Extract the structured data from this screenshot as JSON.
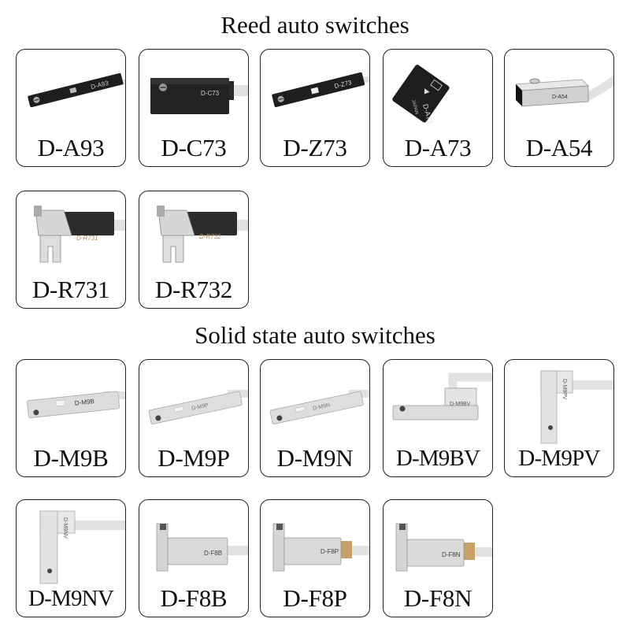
{
  "sections": {
    "reed_title": "Reed auto switches",
    "solid_title": "Solid state auto switches"
  },
  "reed": [
    {
      "label": "D-A93",
      "marking": "D-A93"
    },
    {
      "label": "D-C73",
      "marking": "D-C73"
    },
    {
      "label": "D-Z73",
      "marking": "D-Z73"
    },
    {
      "label": "D-A73",
      "marking": "D-A73",
      "marking2": "JAPAN"
    },
    {
      "label": "D-A54",
      "marking": "D-A54"
    },
    {
      "label": "D-R731",
      "marking": "D-R731"
    },
    {
      "label": "D-R732",
      "marking": "D-R732"
    }
  ],
  "solid": [
    {
      "label": "D-M9B",
      "marking": "D-M9B"
    },
    {
      "label": "D-M9P",
      "marking": "D-M9P"
    },
    {
      "label": "D-M9N",
      "marking": "D-M9N"
    },
    {
      "label": "D-M9BV",
      "marking": "D-M9BV"
    },
    {
      "label": "D-M9PV",
      "marking": "D-M9PV"
    },
    {
      "label": "D-M9NV",
      "marking": "D-M9NV"
    },
    {
      "label": "D-F8B",
      "marking": "D-F8B"
    },
    {
      "label": "D-F8P",
      "marking": "D-F8P"
    },
    {
      "label": "D-F8N",
      "marking": "D-F8N"
    }
  ],
  "colors": {
    "card_border": "#222222",
    "sensor_black": "#1e1e1e",
    "sensor_grey": "#d8d8d6",
    "cable": "#e2e2e0",
    "brass": "#c9a06a"
  }
}
